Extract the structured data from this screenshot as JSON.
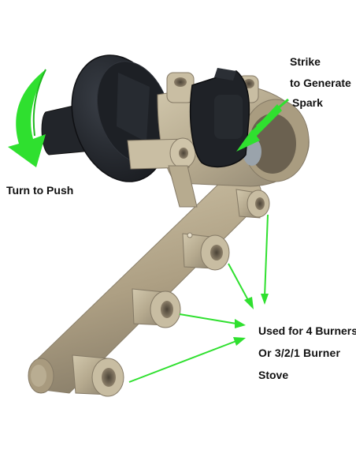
{
  "labels": {
    "turn_to_push": "Turn to Push",
    "strike_line1": "Strike",
    "strike_line2": "to Generate",
    "strike_line3": "Spark",
    "used_line1": "Used for 4 Burners",
    "used_line2": "Or 3/2/1  Burner",
    "used_line3": "Stove"
  },
  "colors": {
    "plastic_beige": "#b5a98e",
    "knob_black": "#1e2126",
    "arrow_green": "#2fe02f",
    "background": "#ffffff"
  }
}
